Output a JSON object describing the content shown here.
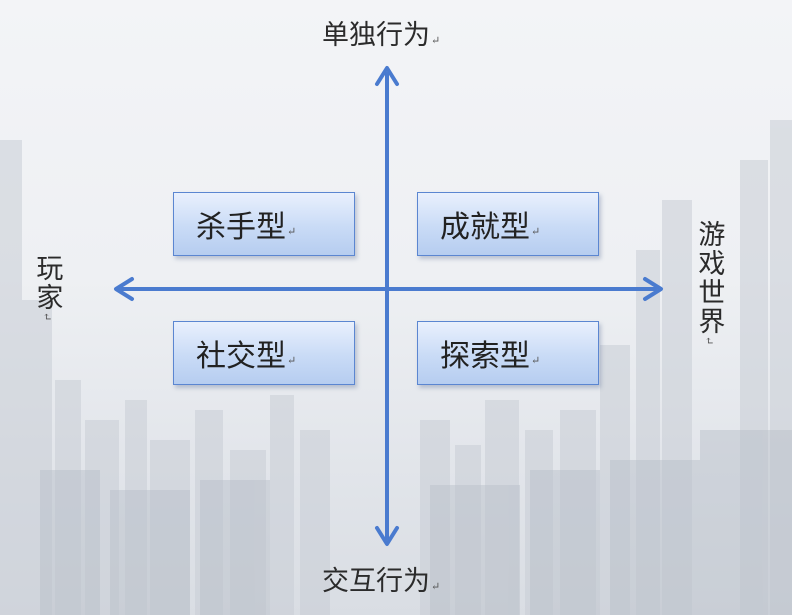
{
  "diagram": {
    "axes": {
      "top": "单独行为",
      "bottom": "交互行为",
      "left": "玩家",
      "right": "游戏世界"
    },
    "quadrants": {
      "top_left": "杀手型",
      "top_right": "成就型",
      "bottom_left": "社交型",
      "bottom_right": "探索型"
    },
    "return_mark": "↵",
    "colors": {
      "arrow": "#4a7bcf",
      "box_border": "#5b86d1",
      "box_fill": "#c9dbf6",
      "text": "#2b2b2b"
    }
  }
}
